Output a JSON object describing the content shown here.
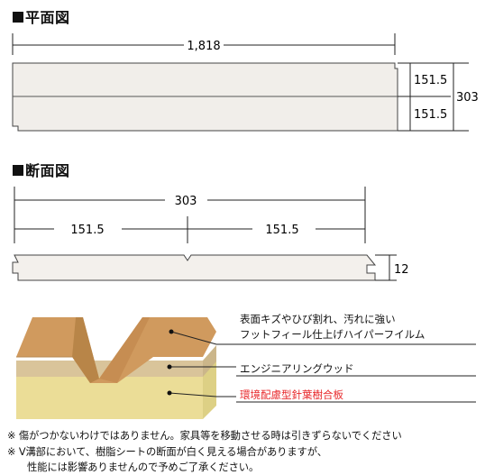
{
  "plan_view": {
    "title": "平面図",
    "length_dim": "1,818",
    "width_half_top": "151.5",
    "width_half_bottom": "151.5",
    "width_total": "303"
  },
  "section_view": {
    "title": "断面図",
    "width_total": "303",
    "width_left": "151.5",
    "width_right": "151.5",
    "thickness": "12"
  },
  "layer_callouts": [
    {
      "text": "表面キズやひび割れ、汚れに強い",
      "color": "#111111"
    },
    {
      "text": "フットフィール仕上げハイパーフイルム",
      "color": "#111111"
    },
    {
      "text": "エンジニアリングウッド",
      "color": "#111111"
    },
    {
      "text": "環境配慮型針葉樹合板",
      "color": "#e8282b"
    }
  ],
  "layer_colors": {
    "film": "#d09a5e",
    "engineering_wood": "#d9c49a",
    "plywood": "#ebdd97"
  },
  "notes": [
    "※ 傷がつかないわけではありません。家具等を移動させる時は引きずらないでください",
    "※ V溝部において、樹脂シートの断面が白く見える場合がありますが、",
    "性能には影響ありませんので予めご了承ください。"
  ]
}
